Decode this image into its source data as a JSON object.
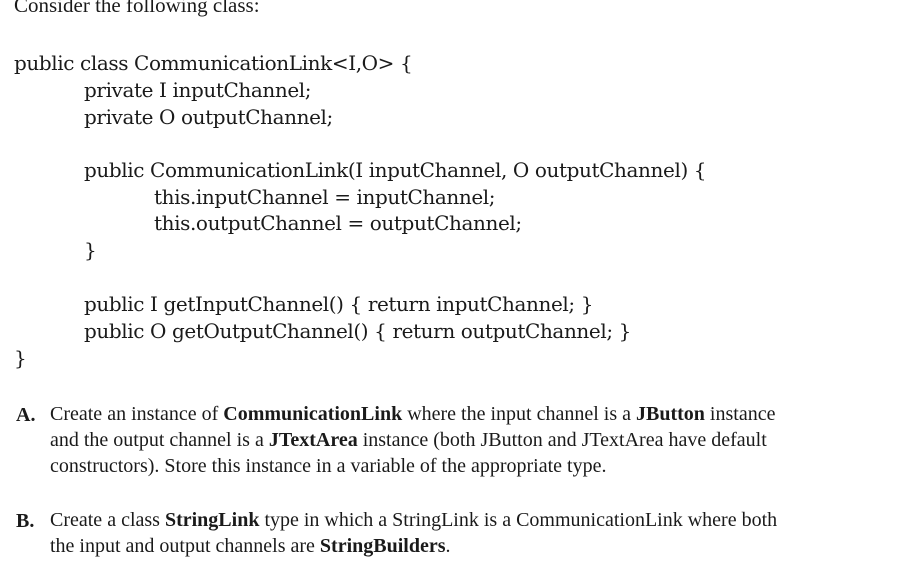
{
  "intro": "Consider the following class:",
  "code": {
    "class_decl": "public class CommunicationLink<I,O> {",
    "field_input": "private I inputChannel;",
    "field_output": "private O outputChannel;",
    "ctor_decl": "public CommunicationLink(I inputChannel, O outputChannel) {",
    "assign_input": "this.inputChannel = inputChannel;",
    "assign_output": "this.outputChannel = outputChannel;",
    "ctor_close": "}",
    "getter_input": "public I getInputChannel() { return inputChannel; }",
    "getter_output": "public O getOutputChannel() { return outputChannel; }",
    "class_close": "}"
  },
  "questions": [
    {
      "letter": "A.",
      "line1": {
        "t1": "Create an instance of ",
        "b1": "CommunicationLink",
        "t2": " where the input channel is a ",
        "b2": "JButton",
        "t3": " instance"
      },
      "line2": {
        "t1": "and the output channel is a ",
        "b1": "JTextArea",
        "t2": " instance (both JButton and JTextArea have default"
      },
      "line3": "constructors). Store this instance in a variable of the appropriate type."
    },
    {
      "letter": "B.",
      "line1": {
        "t1": "Create a class ",
        "b1": "StringLink",
        "t2": " type in which a StringLink is a CommunicationLink where both"
      },
      "line2": {
        "t1": "the input and output channels are ",
        "b1": "StringBuilders",
        "t2": "."
      }
    }
  ]
}
